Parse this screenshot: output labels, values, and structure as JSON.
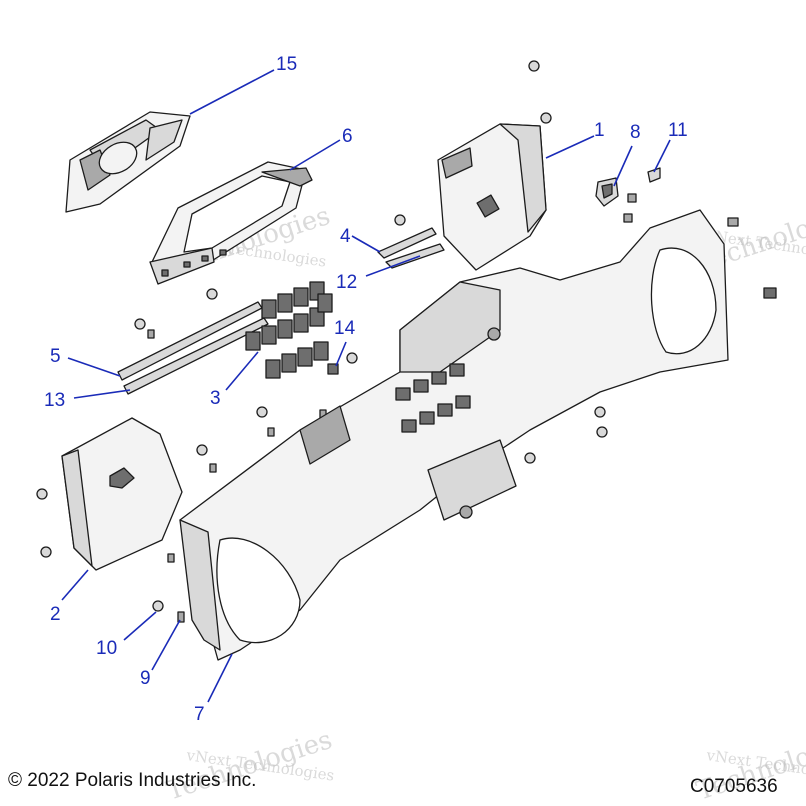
{
  "callouts": [
    "15",
    "6",
    "1",
    "8",
    "11",
    "4",
    "12",
    "14",
    "5",
    "13",
    "3",
    "2",
    "10",
    "9",
    "7"
  ],
  "watermark": {
    "line1": "vNext Technologies",
    "line2": "Technologies"
  },
  "footer": {
    "copyright": "© 2022 Polaris Industries Inc.",
    "figure_code": "C0705636"
  }
}
